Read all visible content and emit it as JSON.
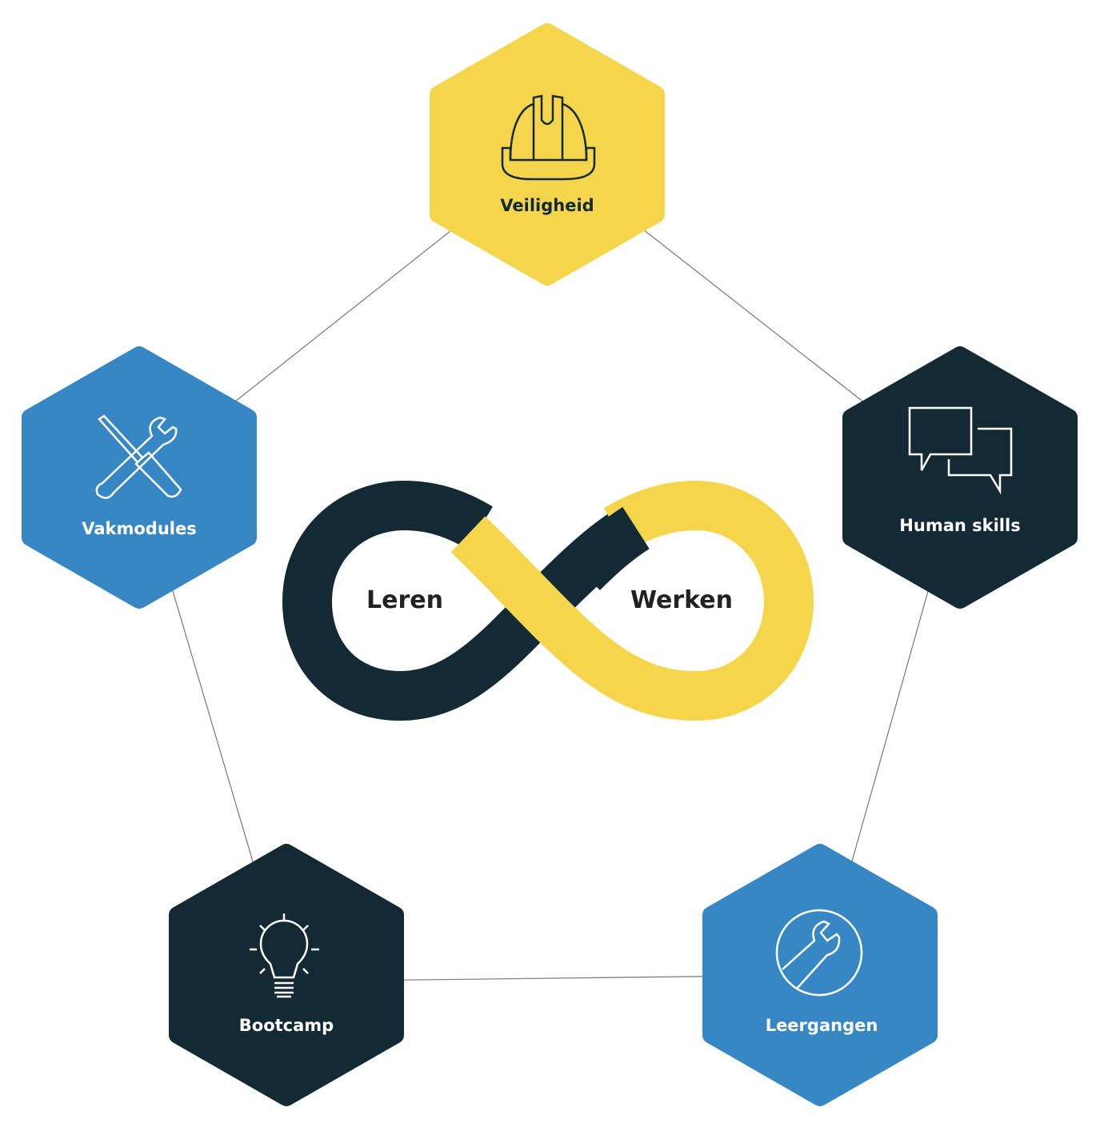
{
  "center": {
    "left_label": "Leren",
    "right_label": "Werken"
  },
  "nodes": [
    {
      "label": "Veiligheid",
      "icon": "hard-hat-icon",
      "color": "#F5D54C"
    },
    {
      "label": "Human skills",
      "icon": "chat-bubbles-icon",
      "color": "#132A35"
    },
    {
      "label": "Leergangen",
      "icon": "wrench-circle-icon",
      "color": "#3787C5"
    },
    {
      "label": "Bootcamp",
      "icon": "lightbulb-icon",
      "color": "#132A35"
    },
    {
      "label": "Vakmodules",
      "icon": "tools-icon",
      "color": "#3787C5"
    }
  ]
}
